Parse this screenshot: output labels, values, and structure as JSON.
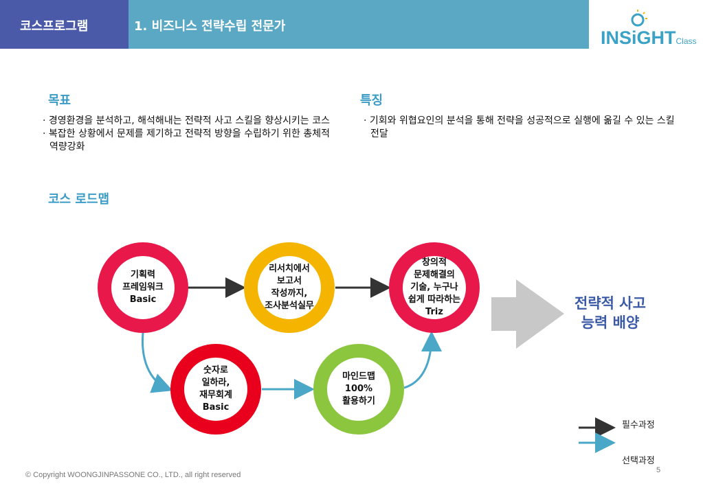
{
  "header": {
    "section_label": "코스프로그램",
    "title": "1. 비즈니스 전략수립 전문가"
  },
  "logo": {
    "word": "INSiGHT",
    "suffix": "Class"
  },
  "goals": {
    "title": "목표",
    "items": [
      "경영환경을 분석하고, 해석해내는 전략적 사고 스킬을 향상시키는 코스",
      "복잡한 상황에서 문제를 제기하고 전략적 방향을 수립하기 위한 총체적 역량강화"
    ]
  },
  "features": {
    "title": "특징",
    "items": [
      "기회와 위협요인의 분석을 통해 전략을 성공적으로 실행에 옮길 수 있는 스킬 전달"
    ]
  },
  "roadmap": {
    "title": "코스 로드맵",
    "courses": [
      {
        "label": "기획력\n프레임워크\nBasic",
        "color": "#e8194a"
      },
      {
        "label": "리서치에서\n보고서\n작성까지,\n조사분석실무",
        "color": "#f5b400"
      },
      {
        "label": "창의적\n문제해결의\n기술, 누구나\n쉽게 따라하는\nTriz",
        "color": "#e8194a"
      },
      {
        "label": "숫자로\n일하라,\n재무회계\nBasic",
        "color": "#e8001c"
      },
      {
        "label": "마인드맵\n100%\n활용하기",
        "color": "#8cc63f"
      }
    ],
    "outcome": "전략적 사고\n능력 배양"
  },
  "legend": {
    "required": "필수과정",
    "optional": "선택과정",
    "required_color": "#333333",
    "optional_color": "#4aa7c8"
  },
  "footer": {
    "copyright": "© Copyright WOONGJINPASSONE CO., LTD., all right reserved",
    "page": "5"
  }
}
